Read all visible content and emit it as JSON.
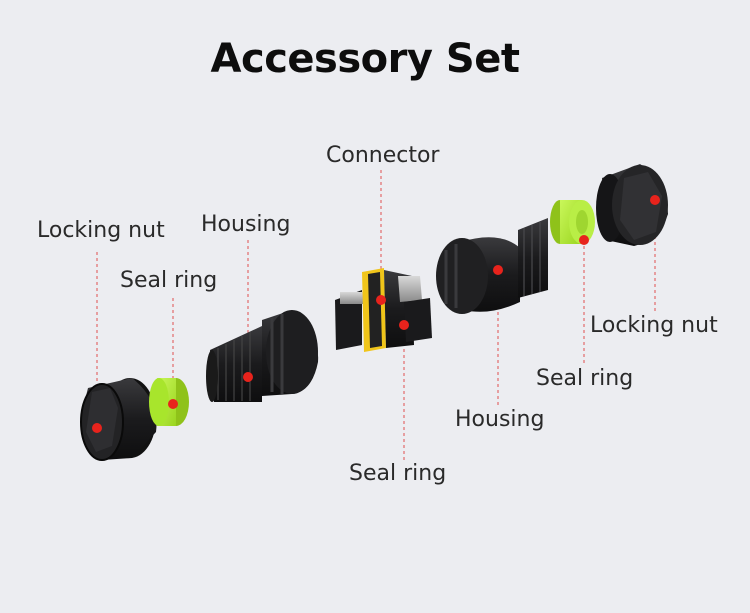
{
  "title": "Accessory Set",
  "labels": {
    "connector": "Connector",
    "locking_nut_left": "Locking nut",
    "housing_left": "Housing",
    "seal_ring_left": "Seal ring",
    "seal_ring_bottom": "Seal ring",
    "housing_right": "Housing",
    "seal_ring_right": "Seal ring",
    "locking_nut_right": "Locking nut"
  },
  "colors": {
    "background": "#ecedf1",
    "part_black": "#1c1c1e",
    "seal_green": "#b6f03a",
    "marker_red": "#e8231c",
    "seal_yellow": "#f2d21b"
  }
}
